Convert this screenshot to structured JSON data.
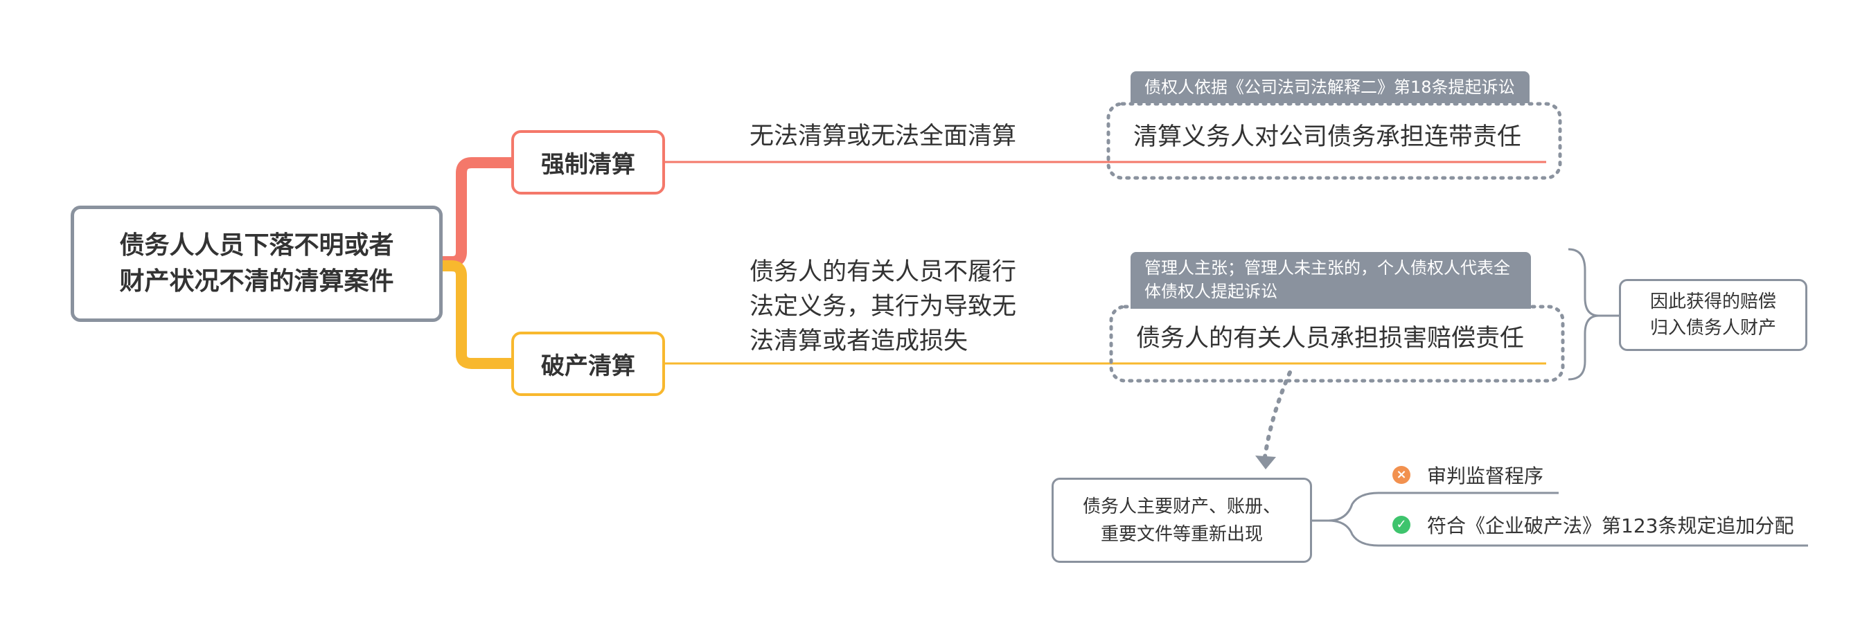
{
  "root": {
    "line1": "债务人人员下落不明或者",
    "line2": "财产状况不清的清算案件"
  },
  "branches": [
    {
      "label": "强制清算",
      "condition": "无法清算或无法全面清算",
      "result": "清算义务人对公司债务承担连带责任",
      "tag": "债权人依据《公司法司法解释二》第18条提起诉讼",
      "color": "#f4786a"
    },
    {
      "label": "破产清算",
      "condition_lines": [
        "债务人的有关人员不履行",
        "法定义务，其行为导致无",
        "法清算或者造成损失"
      ],
      "result": "债务人的有关人员承担损害赔偿责任",
      "tag_lines": [
        "管理人主张；管理人未主张的，个人债权人代表全",
        "体债权人提起诉讼"
      ],
      "color": "#f8b82e"
    }
  ],
  "side_note": {
    "line1": "因此获得的赔偿",
    "line2": "归入债务人财产"
  },
  "bottom_node": {
    "line1": "债务人主要财产、账册、",
    "line2": "重要文件等重新出现"
  },
  "options": [
    {
      "icon": "cross-circle-icon",
      "icon_char": "×",
      "label": "审判监督程序",
      "color": "#f2914f"
    },
    {
      "icon": "check-circle-icon",
      "icon_char": "✓",
      "label": "符合《企业破产法》第123条规定追加分配",
      "color": "#3ec46d"
    }
  ],
  "colors": {
    "line_gray": "#8a929e",
    "text": "#333333"
  }
}
